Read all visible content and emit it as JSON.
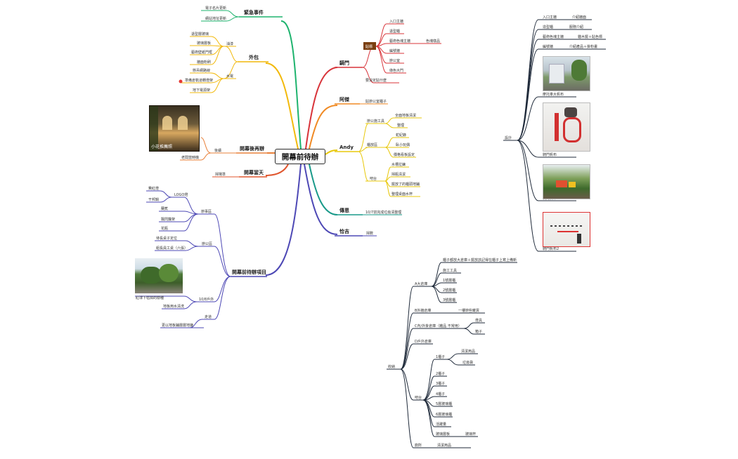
{
  "root": {
    "label": "開幕前待辦"
  },
  "left": {
    "emergency": {
      "title": "緊急事件",
      "items": [
        "電子名片更新",
        "網站地址更新"
      ]
    },
    "outsource": {
      "title": "外包",
      "paint": {
        "label": "油漆",
        "items": [
          "退型層玻璃",
          "玻璃層板",
          "藝術壁紙門框",
          "牆面粉刷"
        ]
      },
      "plumbing": {
        "label": "水電",
        "items": [
          "懸吊網路線",
          "準備倉軌道轉燈架",
          "地下電源架"
        ]
      }
    },
    "after_open": {
      "title": "開幕後再辦",
      "wait": "後續",
      "wait_child": "老闆當時機",
      "photo_caption": "小花推薦照"
    },
    "opening_day": {
      "title": "開幕當天",
      "child": "掃場準"
    },
    "todo": {
      "title": "開幕前待辦項目",
      "office": {
        "label": "辦事區",
        "items": [
          "LOGO燈",
          "蘭蕉",
          "飄閃簾架",
          "花瓶"
        ],
        "logo_children": [
          "費紅燈",
          "干邦鍋"
        ]
      },
      "office2": {
        "label": "辦公區",
        "items": [
          "待長桌子定位",
          "組長員工桌（六張）"
        ]
      },
      "outdoor": {
        "label": "10/8戶外",
        "items": [
          "紅球下枯掉的樹種",
          "地板用水清洗"
        ]
      },
      "walkway": {
        "label": "走道",
        "items": [
          "更以地板鋪層層地嫌"
        ]
      }
    }
  },
  "right": {
    "door": {
      "title": "騎門",
      "stickers": {
        "label": "貼標",
        "items": [
          "入口主牆",
          "退型櫃",
          "藝術色塊主牆",
          "編號牆",
          "辦公室",
          "綠色大門"
        ],
        "color_note": "色塊樣品"
      },
      "glass_decide": "要決定貼什麼"
    },
    "ajie": {
      "title": "阿傑",
      "child": "貼辦公室櫃子"
    },
    "andy": {
      "title": "Andy",
      "office_tools": {
        "label": "辦公施工具",
        "items": [
          "全面地板清潔",
          "整理"
        ]
      },
      "storage": {
        "label": "櫃放區",
        "items": [
          "蛇紀錄",
          "臥小玩偶",
          "價格看板設定"
        ]
      },
      "other": {
        "label": "吧台",
        "items": [
          "水槽拉鍊",
          "掃瓶清潔",
          "擺放了的櫃頭地鋪",
          "整理桌面水杯"
        ]
      }
    },
    "design": {
      "title": "傳恩",
      "child": "10/7前完成垃圾清整理"
    },
    "hanyou": {
      "title": "恰吉",
      "child": "掃數"
    }
  },
  "design_panel": {
    "label": "設計",
    "rows": [
      {
        "a": "入口主牆",
        "b": "介紹牆面"
      },
      {
        "a": "造型櫃",
        "b": "服務介紹"
      },
      {
        "a": "藝術色塊主牆",
        "b": "貓木擺＋貼色標"
      },
      {
        "a": "編號牆",
        "b": "介紹產品＋掛粉畫"
      }
    ],
    "photos": [
      "摩托車大帆布",
      "騎門帆布",
      "騎門帆布",
      "騎門帆布2"
    ]
  },
  "storage_panel": {
    "label": "收納",
    "a": {
      "label": "A大倉庫",
      "items": [
        "櫃子都放大倉庫＋擺放該記得在櫃子上寫上備新",
        "施工工具",
        "1號層櫃",
        "2號層櫃",
        "3號層櫃"
      ]
    },
    "b": {
      "label": "B外牆倉庫",
      "child": "一樓辦些雜貨"
    },
    "c": {
      "label": "C內/外掛倉庫（雜品 不常用）",
      "items": [
        "燈具",
        "箱子"
      ]
    },
    "d": {
      "label": "D戶外倉庫"
    },
    "shelf": {
      "label": "吧台",
      "first": {
        "label": "1櫃子",
        "items": [
          "清潔用品",
          "垃圾袋"
        ]
      },
      "items": [
        "2櫃子",
        "3櫃子",
        "4櫃子",
        "5層玻璃櫃",
        "6層玻璃櫃",
        "活躍量"
      ],
      "glass": {
        "label": "玻璃層板",
        "child": "玻璃杯"
      }
    },
    "toilet": {
      "label": "廁所",
      "child": "清潔用品"
    }
  },
  "colors": {
    "emergency": "#1eb36e",
    "outsource": "#f2b90c",
    "after_open": "#e8803a",
    "opening_day": "#e0562e",
    "todo": "#4d48b5",
    "door": "#d8343a",
    "ajie": "#f08a24",
    "andy": "#e8c80c",
    "design": "#1a9a8a",
    "hanyou": "#4d48b5",
    "panel": "#1f2a3a",
    "sticker_box": "#7a3f10",
    "red_dot": "#e53935"
  }
}
